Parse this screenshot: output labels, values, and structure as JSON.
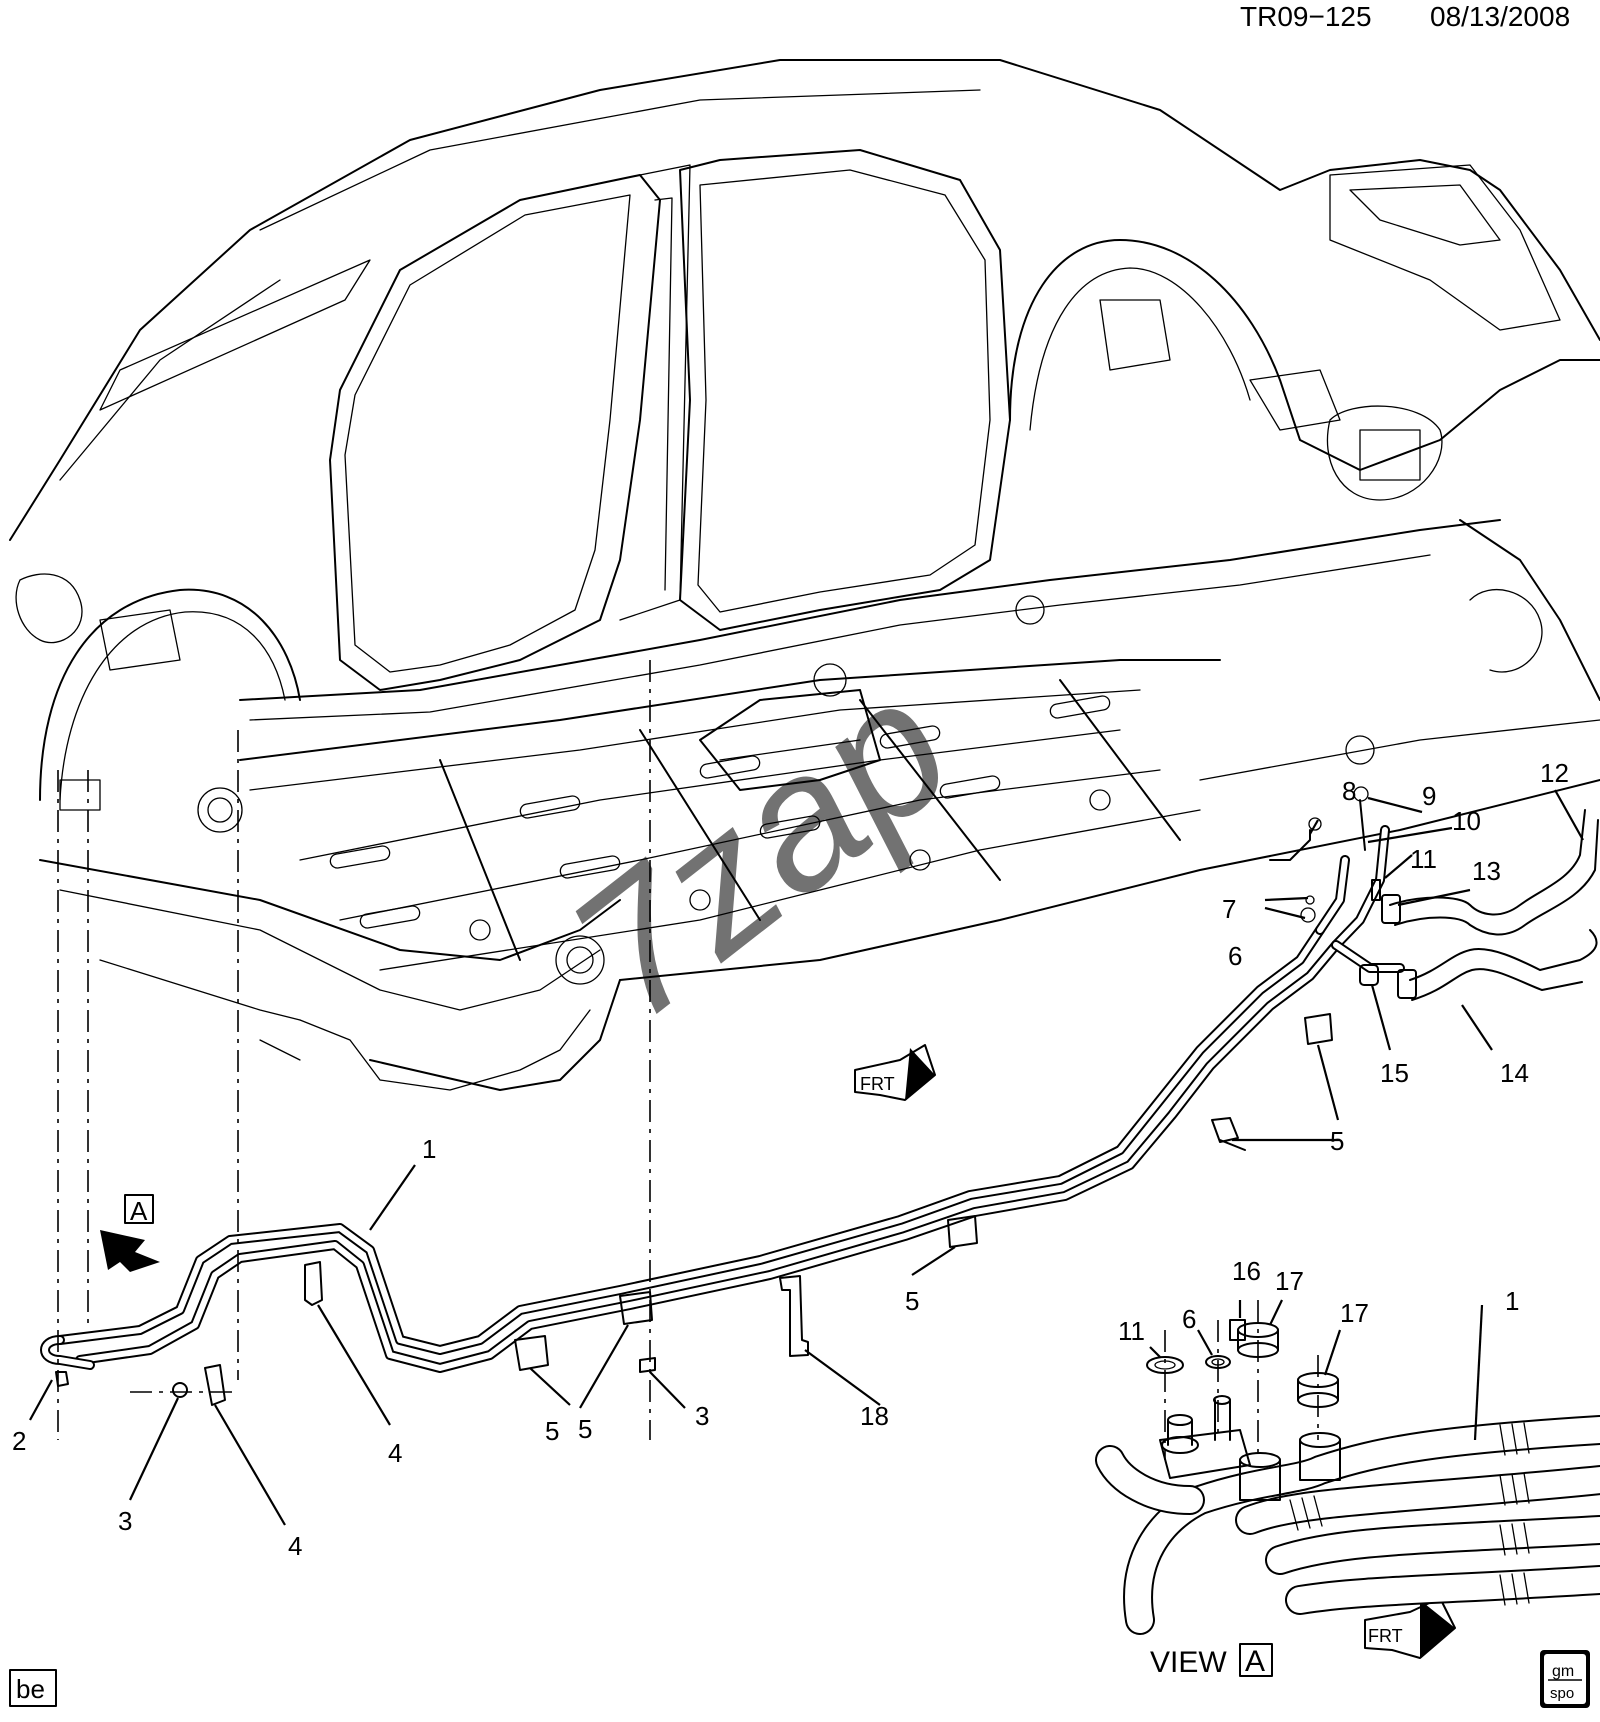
{
  "header": {
    "diagram_code": "TR09−125",
    "date": "08/13/2008"
  },
  "watermark": "7zap",
  "view_label": {
    "prefix": "VIEW",
    "letter": "A"
  },
  "view_arrow_letter": "A",
  "front_marker": "FRT",
  "bottom_left_badge": "be",
  "logo": {
    "top": "gm",
    "bottom": "spo"
  },
  "callouts": [
    {
      "id": "c1",
      "text": "1"
    },
    {
      "id": "c2",
      "text": "2"
    },
    {
      "id": "c3a",
      "text": "3"
    },
    {
      "id": "c3b",
      "text": "3"
    },
    {
      "id": "c4a",
      "text": "4"
    },
    {
      "id": "c4b",
      "text": "4"
    },
    {
      "id": "c5a",
      "text": "5"
    },
    {
      "id": "c5b",
      "text": "5"
    },
    {
      "id": "c5c",
      "text": "5"
    },
    {
      "id": "c5d",
      "text": "5"
    },
    {
      "id": "c6a",
      "text": "6"
    },
    {
      "id": "c7",
      "text": "7"
    },
    {
      "id": "c8",
      "text": "8"
    },
    {
      "id": "c9",
      "text": "9"
    },
    {
      "id": "c10",
      "text": "10"
    },
    {
      "id": "c11a",
      "text": "11"
    },
    {
      "id": "c12",
      "text": "12"
    },
    {
      "id": "c13",
      "text": "13"
    },
    {
      "id": "c14",
      "text": "14"
    },
    {
      "id": "c15",
      "text": "15"
    },
    {
      "id": "c18",
      "text": "18"
    },
    {
      "id": "c11b",
      "text": "11"
    },
    {
      "id": "c6b",
      "text": "6"
    },
    {
      "id": "c16",
      "text": "16"
    },
    {
      "id": "c17a",
      "text": "17"
    },
    {
      "id": "c17b",
      "text": "17"
    },
    {
      "id": "c1b",
      "text": "1"
    }
  ]
}
